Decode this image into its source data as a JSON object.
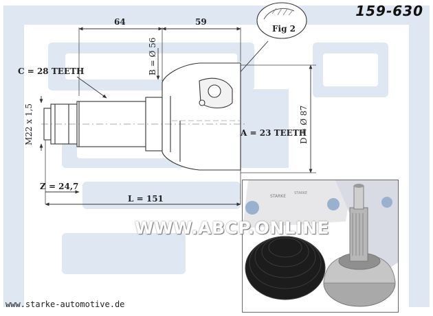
{
  "header": {
    "part_number": "159-630"
  },
  "footer": {
    "website": "www.starke-automotive.de"
  },
  "watermark": {
    "text": "WWW.ABCP.ONLINE"
  },
  "drawing": {
    "dim_shaft_length": "64",
    "dim_housing_length": "59",
    "dim_b": "B = Ø 56",
    "dim_c": "C = 28 TEETH",
    "dim_thread": "M22 x 1,5",
    "dim_a": "A = 23 TEETH",
    "dim_d": "D = Ø 87",
    "dim_z": "Z = 24,7",
    "dim_l": "L = 151",
    "fig_label": "Fig 2"
  },
  "colors": {
    "background_logo": "#dfe7f2",
    "background_logo_dark": "#cfd9e8",
    "line": "#333333",
    "boot": "#1a1a1a",
    "metal": "#b9b9b9"
  }
}
